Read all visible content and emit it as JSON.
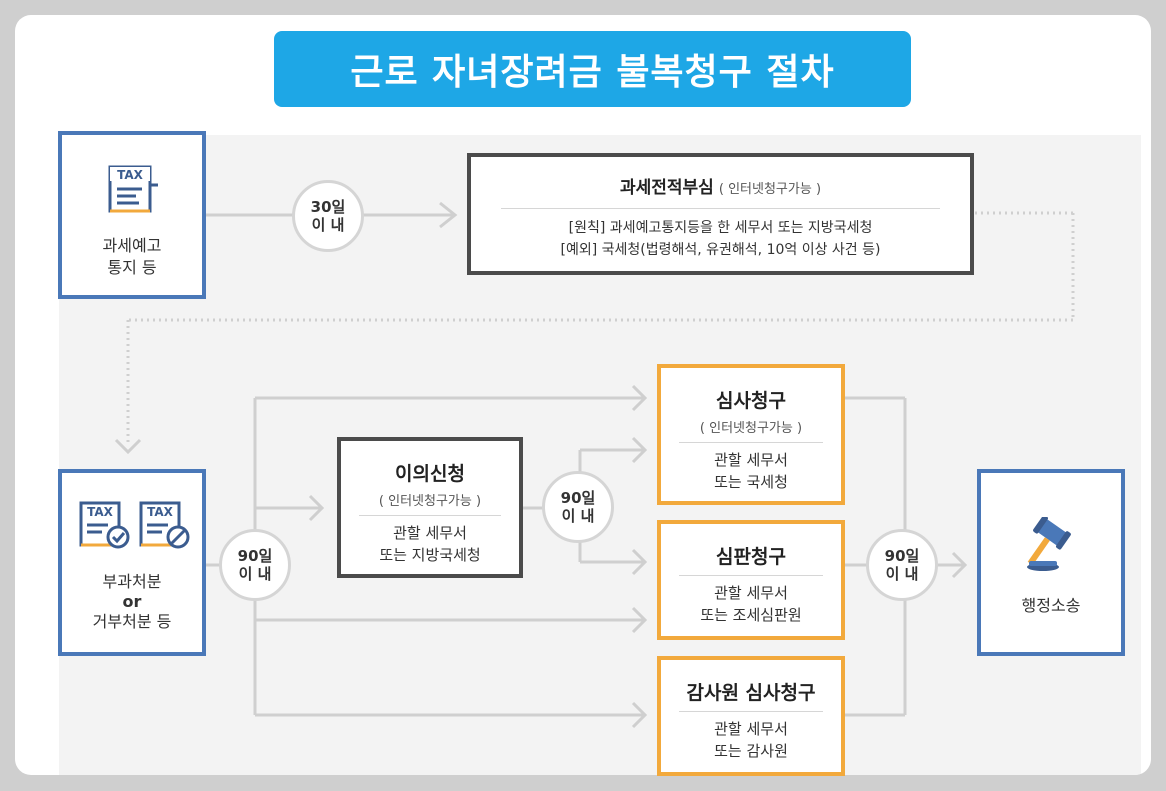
{
  "title": "근로 자녀장려금 불복청구 절차",
  "boxes": {
    "notice": {
      "line1": "과세예고",
      "line2": "통지 등"
    },
    "pre_review": {
      "title": "과세전적부심",
      "sub": "( 인터넷청구가능 )",
      "line1": "[원칙] 과세예고통지등을 한 세무서 또는 지방국세청",
      "line2": "[예외] 국세청(법령해석, 유권해석, 10억 이상 사건 등)"
    },
    "disposition": {
      "line1": "부과처분",
      "line2": "or",
      "line3": "거부처분 등"
    },
    "objection": {
      "title": "이의신청",
      "sub": "( 인터넷청구가능 )",
      "line1": "관할 세무서",
      "line2": "또는 지방국세청"
    },
    "review": {
      "title": "심사청구",
      "sub": "( 인터넷청구가능 )",
      "line1": "관할 세무서",
      "line2": "또는 국세청"
    },
    "trial": {
      "title": "심판청구",
      "line1": "관할 세무서",
      "line2": "또는 조세심판원"
    },
    "audit": {
      "title": "감사원 심사청구",
      "line1": "관할 세무서",
      "line2": "또는 감사원"
    },
    "lawsuit": {
      "label": "행정소송"
    }
  },
  "circles": {
    "c30": {
      "a": "30일",
      "b": "이 내"
    },
    "c90a": {
      "a": "90일",
      "b": "이 내"
    },
    "c90b": {
      "a": "90일",
      "b": "이 내"
    },
    "c90c": {
      "a": "90일",
      "b": "이 내"
    }
  },
  "icons": {
    "tax_text": "TAX",
    "doc": "tax-document-icon",
    "check": "check-icon",
    "deny": "prohibit-icon",
    "gavel": "gavel-icon"
  },
  "colors": {
    "title_bg": "#1ea7e6",
    "blue_border": "#4a78b8",
    "dark_border": "#4b4b4b",
    "orange_border": "#f2a93c",
    "line": "#cfcfcf"
  }
}
